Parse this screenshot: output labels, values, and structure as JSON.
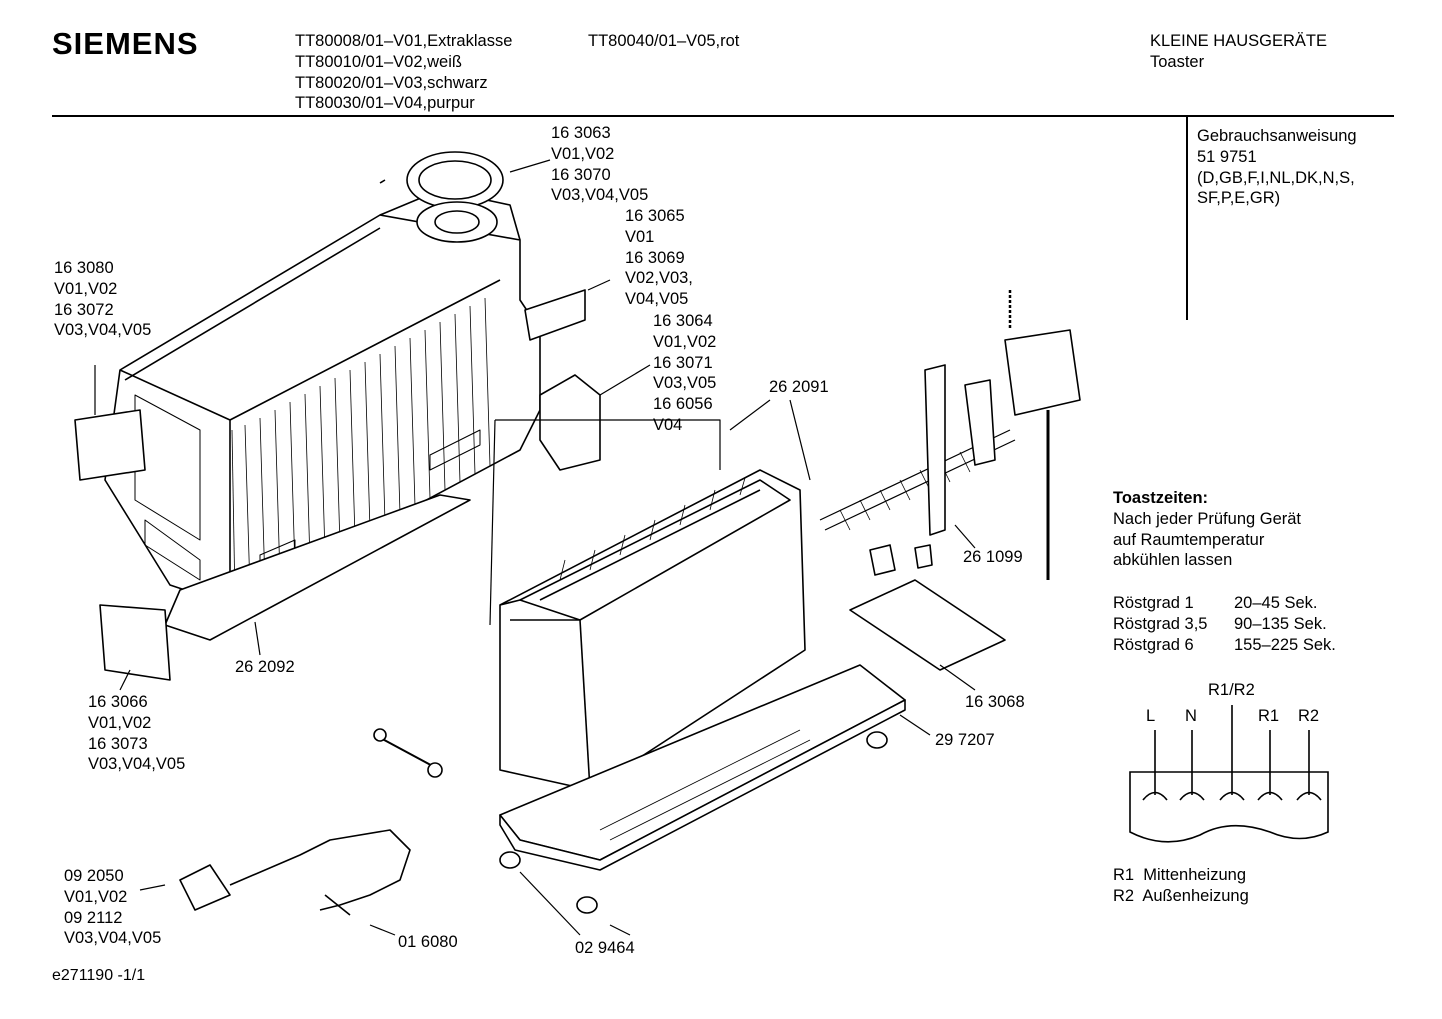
{
  "header": {
    "brand": "SIEMENS",
    "models_col1": [
      "TT80008/01–V01,Extraklasse",
      "TT80010/01–V02,weiß",
      "TT80020/01–V03,schwarz",
      "TT80030/01–V04,purpur"
    ],
    "models_col2": [
      "TT80040/01–V05,rot"
    ],
    "category": [
      "KLEINE HAUSGERÄTE",
      "Toaster"
    ]
  },
  "manual": [
    "Gebrauchsanweisung",
    "51 9751",
    "(D,GB,F,I,NL,DK,N,S,",
    "SF,P,E,GR)"
  ],
  "parts": [
    {
      "id": "p1630",
      "lines": [
        "16 3063",
        "V01,V02",
        "16 3070",
        "V03,V04,V05"
      ]
    },
    {
      "id": "p1631",
      "lines": [
        "16 3065",
        "V01",
        "16 3069",
        "V02,V03,",
        "V04,V05"
      ]
    },
    {
      "id": "p1632",
      "lines": [
        "16 3064",
        "V01,V02",
        "16 3071",
        "V03,V05",
        "16 6056",
        "V04"
      ]
    },
    {
      "id": "p1633",
      "lines": [
        "16 3080",
        "V01,V02",
        "16 3072",
        "V03,V04,V05"
      ]
    },
    {
      "id": "p1634",
      "lines": [
        "26 2091"
      ]
    },
    {
      "id": "p1635",
      "lines": [
        "26 1099"
      ]
    },
    {
      "id": "p1636",
      "lines": [
        "26 2092"
      ]
    },
    {
      "id": "p1637",
      "lines": [
        "16 3066",
        "V01,V02",
        "16 3073",
        "V03,V04,V05"
      ]
    },
    {
      "id": "p1638",
      "lines": [
        "16 3068"
      ]
    },
    {
      "id": "p1639",
      "lines": [
        "29 7207"
      ]
    },
    {
      "id": "p1640",
      "lines": [
        "09 2050",
        "V01,V02",
        "09 2112",
        "V03,V04,V05"
      ]
    },
    {
      "id": "p1641",
      "lines": [
        "01 6080"
      ]
    },
    {
      "id": "p1642",
      "lines": [
        "02 9464"
      ]
    }
  ],
  "toast": {
    "title": "Toastzeiten:",
    "note": [
      "Nach jeder Prüfung Gerät",
      "auf Raumtemperatur",
      "abkühlen lassen"
    ],
    "rows": [
      {
        "grade": "Röstgrad 1",
        "time": "20–45 Sek."
      },
      {
        "grade": "Röstgrad 3,5",
        "time": "90–135 Sek."
      },
      {
        "grade": "Röstgrad 6",
        "time": "155–225 Sek."
      }
    ]
  },
  "circuit": {
    "top_label": "R1/R2",
    "pins": [
      "L",
      "N",
      "R1",
      "R2"
    ],
    "legend": [
      "R1  Mittenheizung",
      "R2  Außenheizung"
    ]
  },
  "footer": "e271190 -1/1"
}
